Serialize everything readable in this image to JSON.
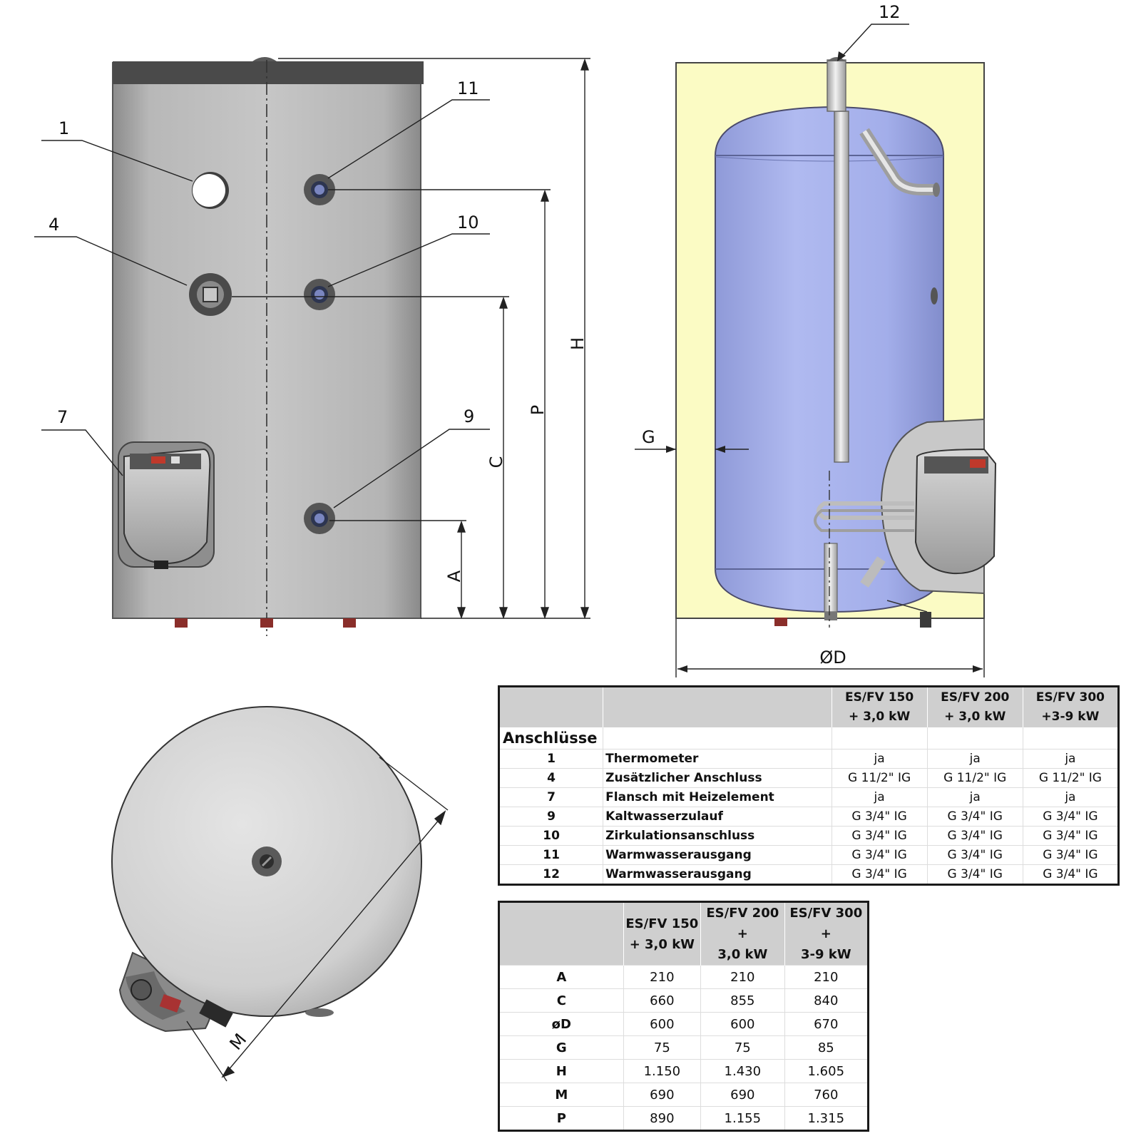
{
  "callouts": {
    "c1": "1",
    "c4": "4",
    "c7": "7",
    "c9": "9",
    "c10": "10",
    "c11": "11",
    "c12": "12"
  },
  "dimensions": {
    "H": "H",
    "P": "P",
    "C": "C",
    "A": "A",
    "G": "G",
    "D": "ØD",
    "M": "M"
  },
  "colors": {
    "body": "#b9b9b9",
    "insulation": "#fbfbc4",
    "inner_tank": "#a6b1ea",
    "table_header": "#cfcfcf"
  },
  "connections_table": {
    "headers": [
      "",
      "",
      "ES/FV 150\n+ 3,0 kW",
      "ES/FV 200\n+ 3,0 kW",
      "ES/FV 300\n+3-9 kW"
    ],
    "section_label": "Anschlüsse",
    "rows": [
      {
        "num": "1",
        "name": "Thermometer",
        "v150": "ja",
        "v200": "ja",
        "v300": "ja"
      },
      {
        "num": "4",
        "name": "Zusätzlicher Anschluss",
        "v150": "G 11/2\" IG",
        "v200": "G 11/2\" IG",
        "v300": "G 11/2\" IG"
      },
      {
        "num": "7",
        "name": "Flansch mit Heizelement",
        "v150": "ja",
        "v200": "ja",
        "v300": "ja"
      },
      {
        "num": "9",
        "name": "Kaltwasserzulauf",
        "v150": "G 3/4\" IG",
        "v200": "G 3/4\" IG",
        "v300": "G 3/4\" IG"
      },
      {
        "num": "10",
        "name": "Zirkulationsanschluss",
        "v150": "G 3/4\" IG",
        "v200": "G 3/4\" IG",
        "v300": "G 3/4\" IG"
      },
      {
        "num": "11",
        "name": "Warmwasserausgang",
        "v150": "G 3/4\" IG",
        "v200": "G 3/4\" IG",
        "v300": "G 3/4\" IG"
      },
      {
        "num": "12",
        "name": "Warmwasserausgang",
        "v150": "G 3/4\" IG",
        "v200": "G 3/4\" IG",
        "v300": "G 3/4\" IG"
      }
    ]
  },
  "dimensions_table": {
    "headers": [
      "",
      "ES/FV 150\n+ 3,0 kW",
      "ES/FV 200 +\n3,0 kW",
      "ES/FV 300 +\n3-9 kW"
    ],
    "rows": [
      {
        "label": "A",
        "v150": "210",
        "v200": "210",
        "v300": "210"
      },
      {
        "label": "C",
        "v150": "660",
        "v200": "855",
        "v300": "840"
      },
      {
        "label": "øD",
        "v150": "600",
        "v200": "600",
        "v300": "670"
      },
      {
        "label": "G",
        "v150": "75",
        "v200": "75",
        "v300": "85"
      },
      {
        "label": "H",
        "v150": "1.150",
        "v200": "1.430",
        "v300": "1.605"
      },
      {
        "label": "M",
        "v150": "690",
        "v200": "690",
        "v300": "760"
      },
      {
        "label": "P",
        "v150": "890",
        "v200": "1.155",
        "v300": "1.315"
      }
    ]
  }
}
